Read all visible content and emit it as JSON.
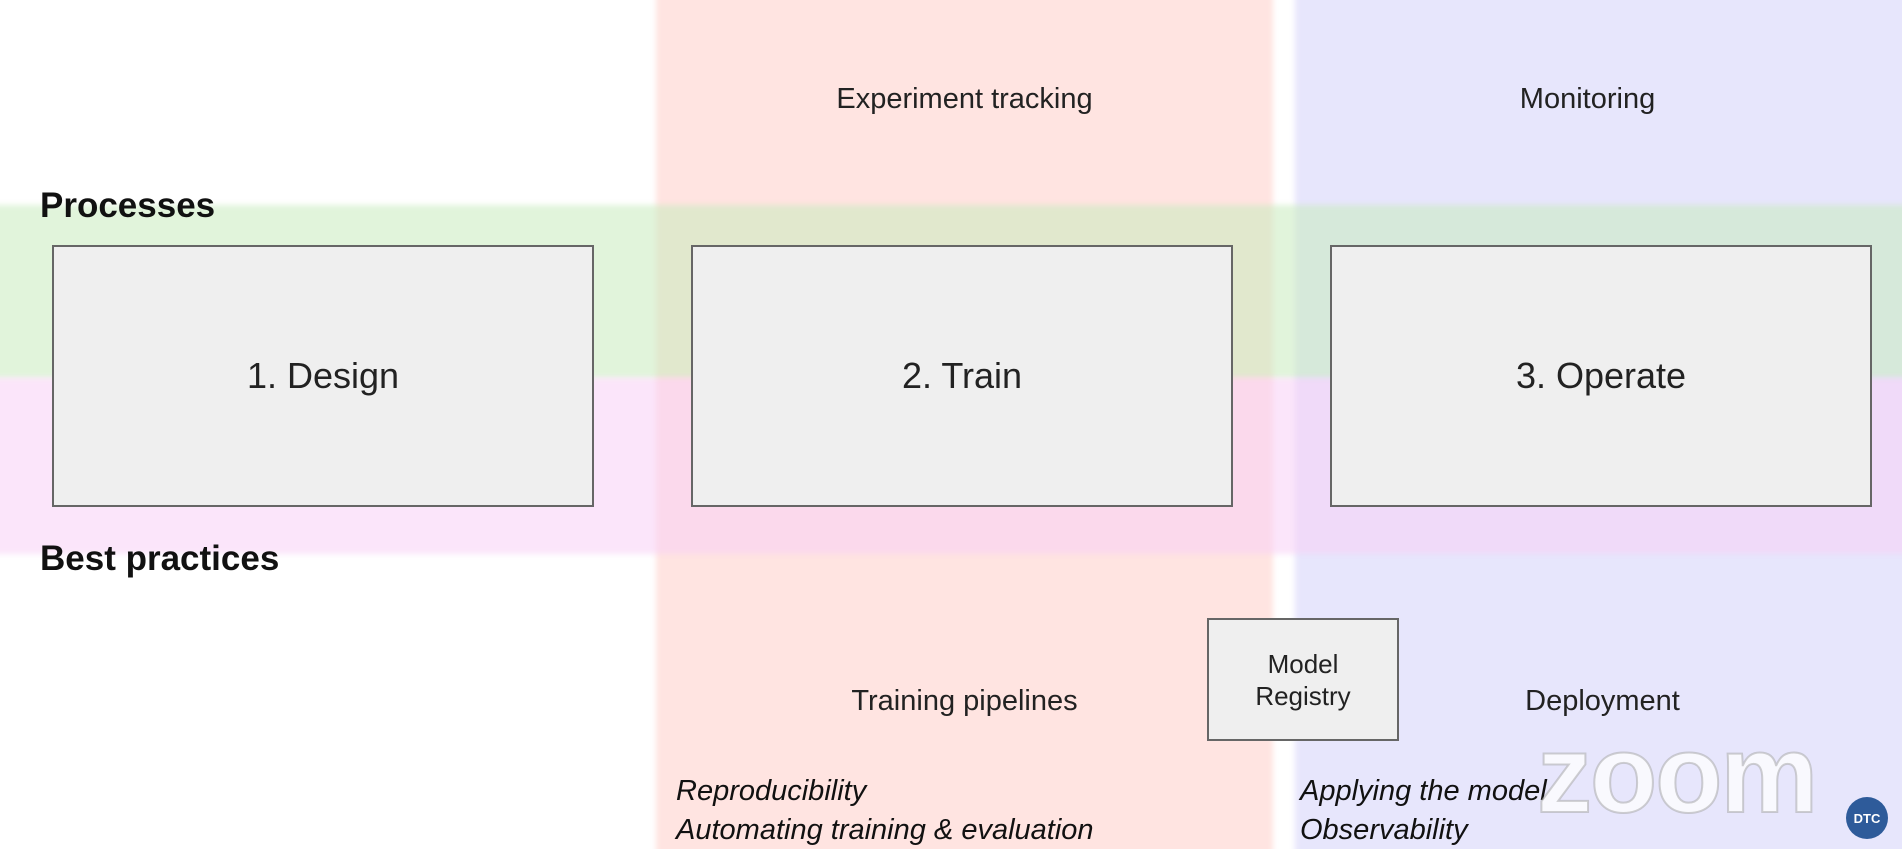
{
  "rows": {
    "processes": "Processes",
    "best_practices": "Best practices"
  },
  "stages": {
    "design": "1. Design",
    "train": "2. Train",
    "operate": "3. Operate"
  },
  "top_labels": {
    "train": "Experiment tracking",
    "operate": "Monitoring"
  },
  "bottom_labels": {
    "train": "Training pipelines",
    "operate": "Deployment"
  },
  "registry": {
    "line1": "Model",
    "line2": "Registry"
  },
  "notes": {
    "train": [
      "Reproducibility",
      "Automating training & evaluation"
    ],
    "operate": [
      "Applying the model",
      "Observability"
    ]
  },
  "overlay": {
    "watermark": "zoom",
    "avatar_initials": "DTC"
  },
  "colors": {
    "train_column": "#ffcec8",
    "operate_column": "#d4d2fa",
    "processes_band": "#c8ebbe",
    "best_practices_band": "#f8d0f6",
    "box_fill": "#efefef",
    "box_border": "#666666"
  }
}
